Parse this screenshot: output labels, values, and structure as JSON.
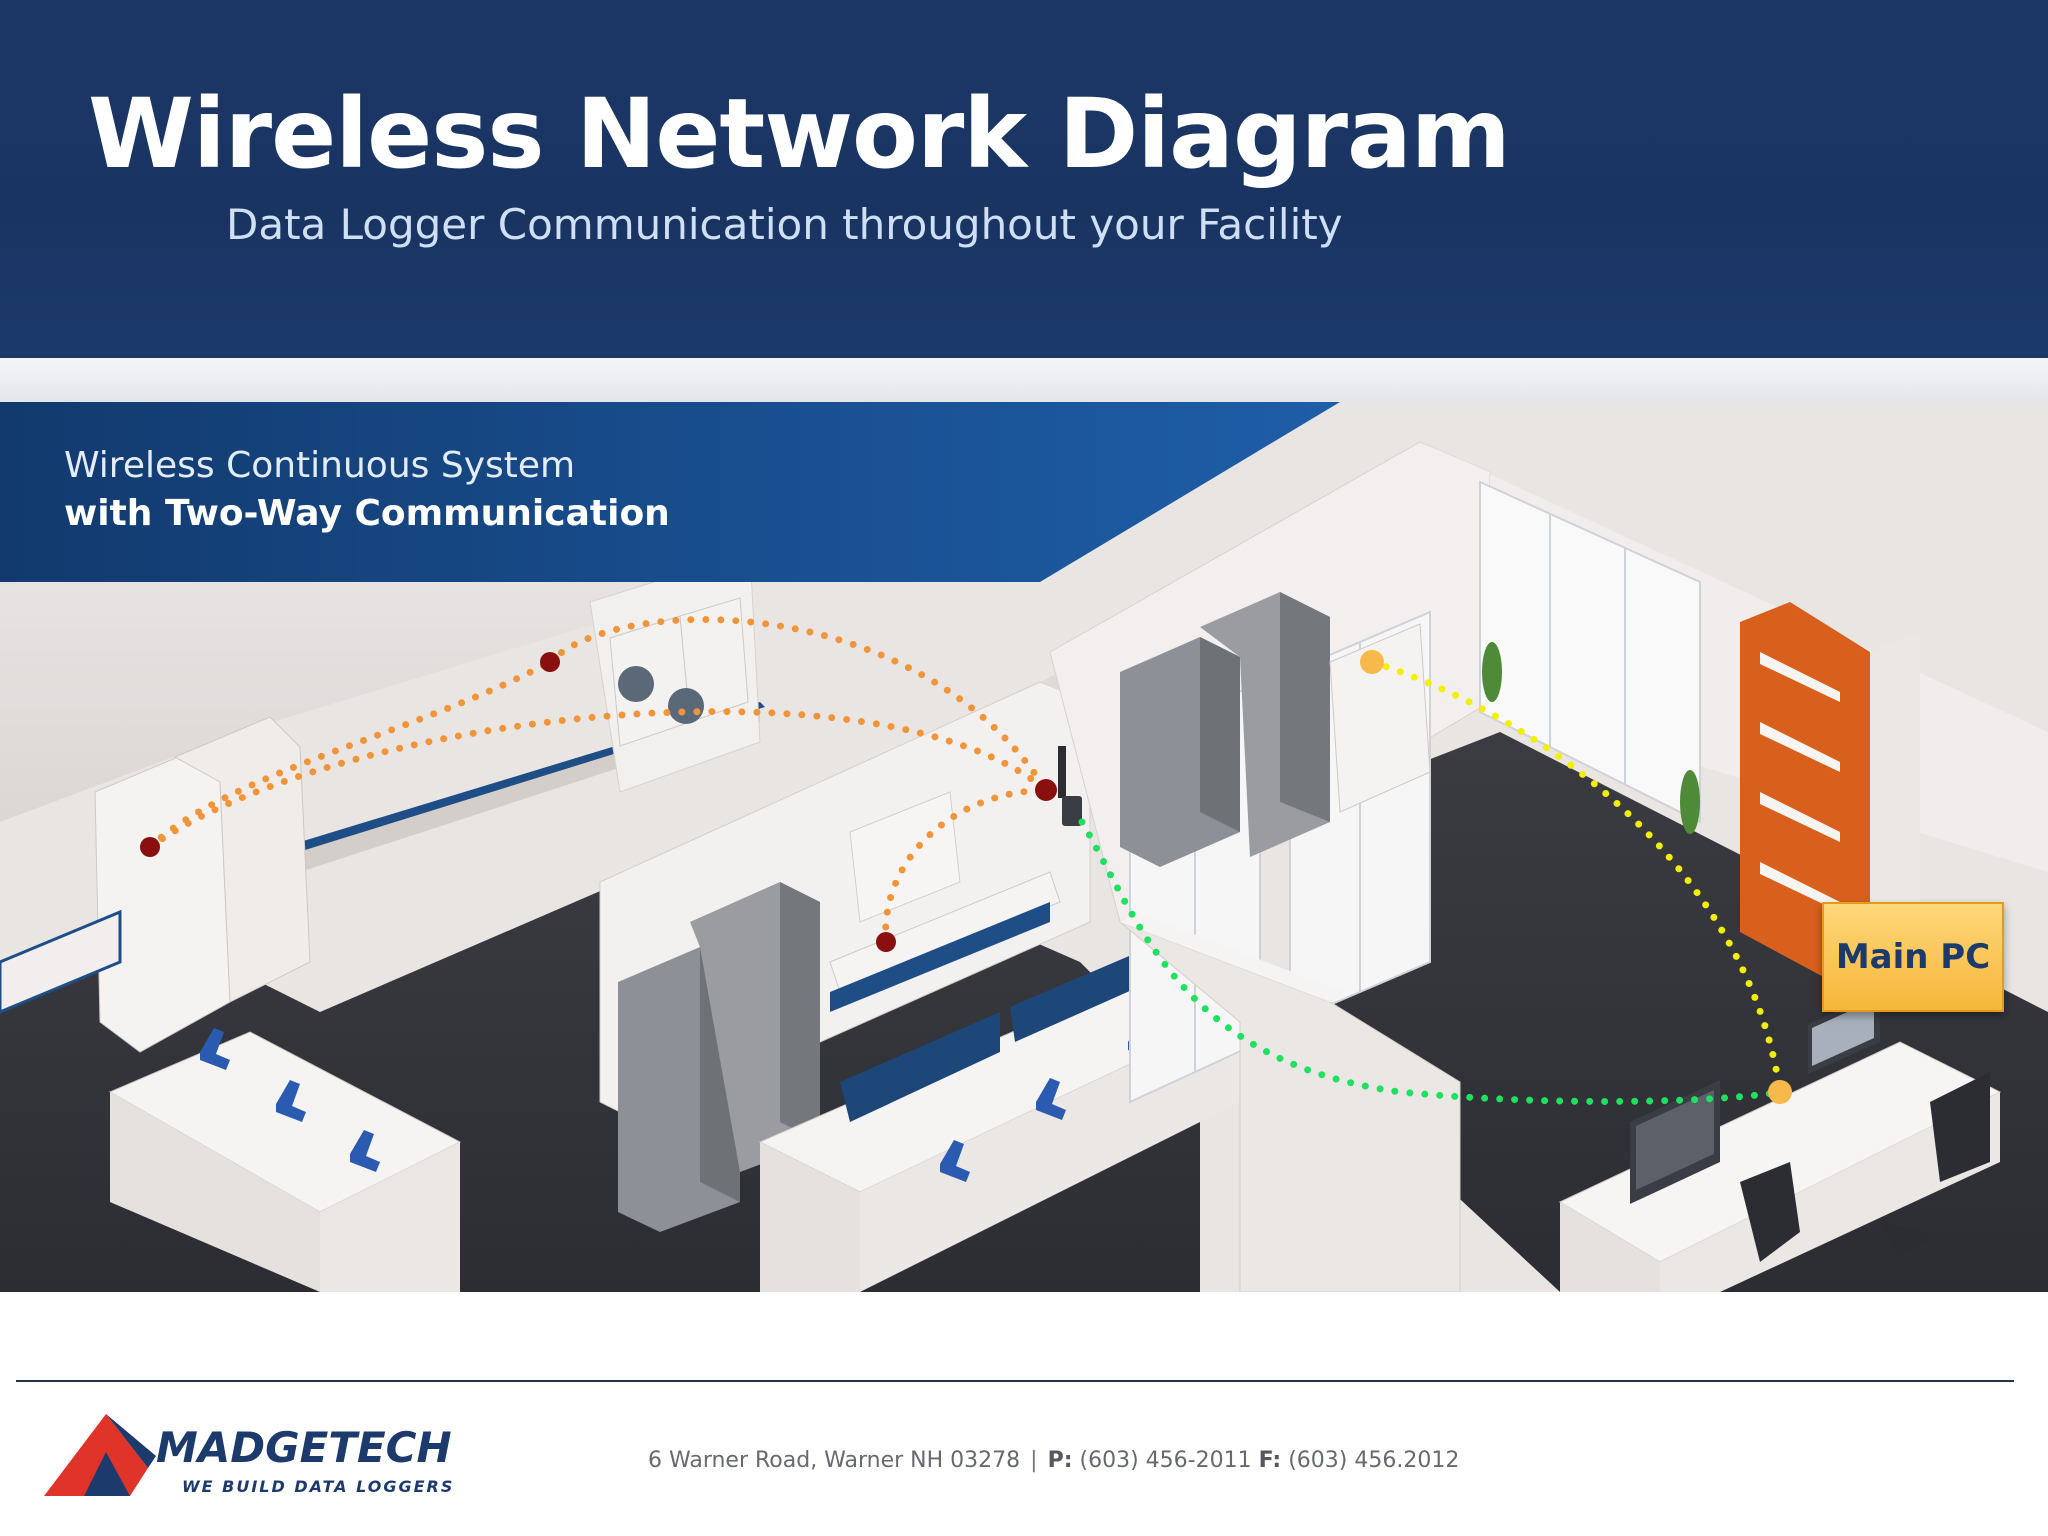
{
  "header": {
    "title": "Wireless Network Diagram",
    "subtitle": "Data Logger Communication throughout your Facility"
  },
  "scene": {
    "caption_line1": "Wireless Continuous System",
    "caption_line2": "with Two-Way Communication",
    "main_pc_label": "Main PC",
    "link_colors": {
      "logger_mesh": "#f2953a",
      "repeater_to_pc": "#20e060",
      "logger_to_pc": "#f2f000"
    },
    "node_colors": {
      "logger": "#8a1010",
      "gateway": "#f6b94a"
    }
  },
  "footer": {
    "company": "MADGETECH",
    "tagline": "WE BUILD DATA LOGGERS",
    "address": "6 Warner Road, Warner NH 03278",
    "separator": "|",
    "phone_label": "P:",
    "phone": "(603) 456-2011",
    "fax_label": "F:",
    "fax": "(603) 456.2012"
  },
  "colors": {
    "header_bg": "#1c3766",
    "subtitle": "#cfe0f4",
    "brand_red": "#e0342a",
    "brand_navy": "#1d3a6c"
  }
}
